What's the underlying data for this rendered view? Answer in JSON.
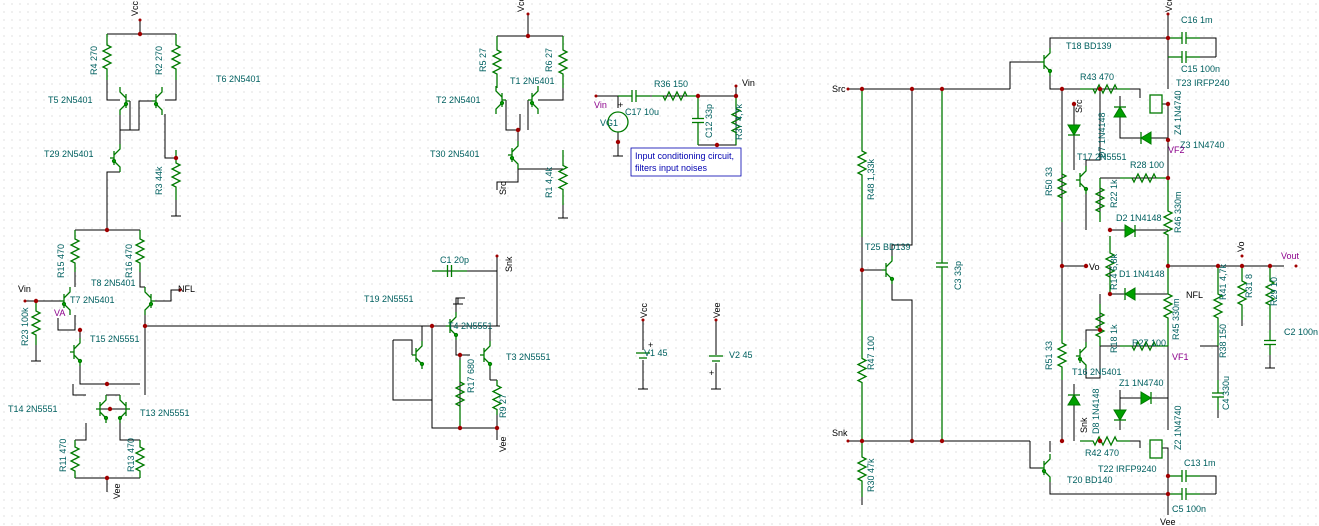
{
  "note": {
    "line1": "Input conditioning circuit,",
    "line2": "filters input noises"
  },
  "labels": [
    {
      "t": "Vcc",
      "k": "net",
      "r": true
    },
    {
      "t": "R4 270",
      "k": "lbl",
      "r": true
    },
    {
      "t": "R2 270",
      "k": "lbl",
      "r": true
    },
    {
      "t": "T6 2N5401",
      "k": "lbl"
    },
    {
      "t": "T5 2N5401",
      "k": "lbl"
    },
    {
      "t": "T29 2N5401",
      "k": "lbl"
    },
    {
      "t": "R3 44k",
      "k": "lbl",
      "r": true
    },
    {
      "t": "Vcc",
      "k": "net",
      "r": true
    },
    {
      "t": "R5 27",
      "k": "lbl",
      "r": true
    },
    {
      "t": "R6 27",
      "k": "lbl",
      "r": true
    },
    {
      "t": "T1 2N5401",
      "k": "lbl"
    },
    {
      "t": "T2 2N5401",
      "k": "lbl"
    },
    {
      "t": "T30 2N5401",
      "k": "lbl"
    },
    {
      "t": "Src",
      "k": "net",
      "r": true
    },
    {
      "t": "R1 4,4k",
      "k": "lbl",
      "r": true
    },
    {
      "t": "R36 150",
      "k": "lbl"
    },
    {
      "t": "Vin",
      "k": "net"
    },
    {
      "t": "Vin",
      "k": "netp"
    },
    {
      "t": "+",
      "k": "net"
    },
    {
      "t": "C17 10u",
      "k": "lbl"
    },
    {
      "t": "VG1",
      "k": "lbl"
    },
    {
      "t": "C12 33p",
      "k": "lbl",
      "r": true
    },
    {
      "t": "R37 4,7k",
      "k": "lbl",
      "r": true
    },
    {
      "t": "Src",
      "k": "net"
    },
    {
      "t": "R48 1,33k",
      "k": "lbl",
      "r": true
    },
    {
      "t": "T25 BD139",
      "k": "lbl"
    },
    {
      "t": "C3 33p",
      "k": "lbl",
      "r": true
    },
    {
      "t": "R47 100",
      "k": "lbl",
      "r": true
    },
    {
      "t": "Snk",
      "k": "net"
    },
    {
      "t": "R30 47k",
      "k": "lbl",
      "r": true
    },
    {
      "t": "Vcc",
      "k": "net",
      "r": true
    },
    {
      "t": "C16 1m",
      "k": "lbl"
    },
    {
      "t": "T18 BD139",
      "k": "lbl"
    },
    {
      "t": "C15 100n",
      "k": "lbl"
    },
    {
      "t": "R43 470",
      "k": "lbl"
    },
    {
      "t": "T23 IRFP240",
      "k": "lbl"
    },
    {
      "t": "Src",
      "k": "net",
      "r": true
    },
    {
      "t": "D7 1N4148",
      "k": "lbl",
      "r": true
    },
    {
      "t": "Z4 1N4740",
      "k": "lbl",
      "r": true
    },
    {
      "t": "Z3 1N4740",
      "k": "lbl"
    },
    {
      "t": "VF2",
      "k": "netp"
    },
    {
      "t": "T17 2N5551",
      "k": "lbl"
    },
    {
      "t": "R28 100",
      "k": "lbl"
    },
    {
      "t": "R50 33",
      "k": "lbl",
      "r": true
    },
    {
      "t": "R22 1k",
      "k": "lbl",
      "r": true
    },
    {
      "t": "R46 330m",
      "k": "lbl",
      "r": true
    },
    {
      "t": "D2 1N4148",
      "k": "lbl"
    },
    {
      "t": "R14 6,8k",
      "k": "lbl",
      "r": true
    },
    {
      "t": "Vo",
      "k": "net"
    },
    {
      "t": "D1 1N4148",
      "k": "lbl"
    },
    {
      "t": "Vo",
      "k": "net",
      "r": true
    },
    {
      "t": "Vout",
      "k": "netp"
    },
    {
      "t": "R41 4,7k",
      "k": "lbl",
      "r": true
    },
    {
      "t": "R31 8",
      "k": "lbl",
      "r": true
    },
    {
      "t": "R29 10",
      "k": "lbl",
      "r": true
    },
    {
      "t": "NFL",
      "k": "net"
    },
    {
      "t": "R45 330m",
      "k": "lbl",
      "r": true
    },
    {
      "t": "R18 1k",
      "k": "lbl",
      "r": true
    },
    {
      "t": "R27 100",
      "k": "lbl"
    },
    {
      "t": "VF1",
      "k": "netp"
    },
    {
      "t": "R38 150",
      "k": "lbl",
      "r": true
    },
    {
      "t": "C2 100n",
      "k": "lbl"
    },
    {
      "t": "R51 33",
      "k": "lbl",
      "r": true
    },
    {
      "t": "T16 2N5401",
      "k": "lbl"
    },
    {
      "t": "C4 330u",
      "k": "lbl",
      "r": true
    },
    {
      "t": "Z1 1N4740",
      "k": "lbl"
    },
    {
      "t": "D8 1N4148",
      "k": "lbl",
      "r": true
    },
    {
      "t": "Z2 1N4740",
      "k": "lbl",
      "r": true
    },
    {
      "t": "Snk",
      "k": "net",
      "r": true
    },
    {
      "t": "R42 470",
      "k": "lbl"
    },
    {
      "t": "T22 IRFP9240",
      "k": "lbl"
    },
    {
      "t": "C13 1m",
      "k": "lbl"
    },
    {
      "t": "T20 BD140",
      "k": "lbl"
    },
    {
      "t": "C5 100n",
      "k": "lbl"
    },
    {
      "t": "Vee",
      "k": "net"
    },
    {
      "t": "Vin",
      "k": "net"
    },
    {
      "t": "R23 100k",
      "k": "lbl",
      "r": true
    },
    {
      "t": "VA",
      "k": "netp"
    },
    {
      "t": "T7 2N5401",
      "k": "lbl"
    },
    {
      "t": "R15 470",
      "k": "lbl",
      "r": true
    },
    {
      "t": "R16 470",
      "k": "lbl",
      "r": true
    },
    {
      "t": "T8 2N5401",
      "k": "lbl"
    },
    {
      "t": "NFL",
      "k": "net"
    },
    {
      "t": "T15 2N5551",
      "k": "lbl"
    },
    {
      "t": "T14 2N5551",
      "k": "lbl"
    },
    {
      "t": "T13 2N5551",
      "k": "lbl"
    },
    {
      "t": "R11 470",
      "k": "lbl",
      "r": true
    },
    {
      "t": "R13 470",
      "k": "lbl",
      "r": true
    },
    {
      "t": "Vee",
      "k": "net",
      "r": true
    },
    {
      "t": "C1 20p",
      "k": "lbl"
    },
    {
      "t": "Snk",
      "k": "net",
      "r": true
    },
    {
      "t": "T19 2N5551",
      "k": "lbl"
    },
    {
      "t": "T4 2N5551",
      "k": "lbl"
    },
    {
      "t": "T3 2N5551",
      "k": "lbl"
    },
    {
      "t": "R17 680",
      "k": "lbl",
      "r": true
    },
    {
      "t": "R9 27",
      "k": "lbl",
      "r": true
    },
    {
      "t": "Vee",
      "k": "net",
      "r": true
    },
    {
      "t": "Vcc",
      "k": "net",
      "r": true
    },
    {
      "t": "V1 45",
      "k": "lbl"
    },
    {
      "t": "+",
      "k": "net"
    },
    {
      "t": "Vee",
      "k": "net",
      "r": true
    },
    {
      "t": "V2 45",
      "k": "lbl"
    },
    {
      "t": "+",
      "k": "net"
    }
  ]
}
